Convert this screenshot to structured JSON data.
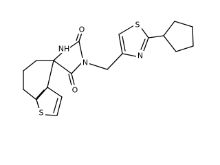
{
  "molecule": {
    "atom_labels": {
      "amide_o_upper": "O",
      "amide_o_lower": "O",
      "hydantoin_nh": "NH",
      "hydantoin_n": "N",
      "thiazole_s": "S",
      "thiazole_n": "N",
      "thiophene_s": "S"
    }
  }
}
